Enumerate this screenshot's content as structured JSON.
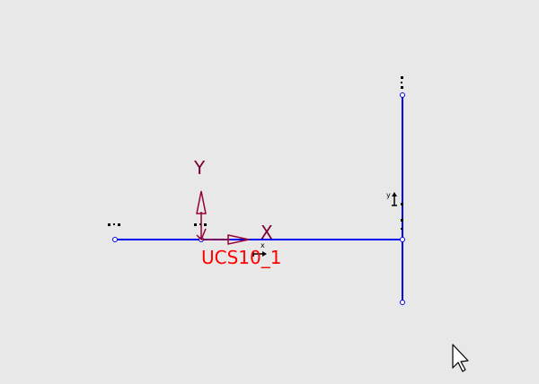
{
  "viewport": {
    "background": "#e8e8e8"
  },
  "ucs": {
    "name": "UCS10_1",
    "x_label": "X",
    "y_label": "Y",
    "name_color": "#ff0000",
    "axis_label_color": "#7a0033",
    "arrow_color": "#990033"
  },
  "sketch": {
    "line_color": "#0000ee",
    "dimension_marker_color": "#000000",
    "constraint_label_y": "y",
    "constraint_label_x": "x"
  },
  "cursor": {
    "icon": "arrow-pointer-icon"
  }
}
